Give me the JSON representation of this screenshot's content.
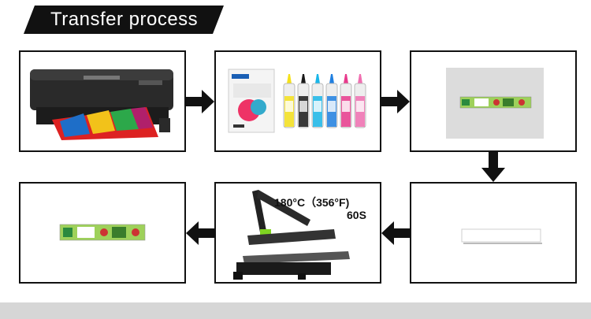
{
  "title": "Transfer process",
  "steps": [
    {
      "name": "print"
    },
    {
      "name": "paper-and-ink"
    },
    {
      "name": "printed-transfer"
    },
    {
      "name": "blank-item"
    },
    {
      "name": "heat-press"
    },
    {
      "name": "finished-item"
    }
  ],
  "heat_press": {
    "temperature": "180°C（356°F)",
    "time": "60S"
  },
  "ink_colors": [
    "#f5e11a",
    "#1a1a1a",
    "#19b6e8",
    "#1f7fe0",
    "#e83a8c",
    "#f06fb0"
  ],
  "colors": {
    "banner": "#111111",
    "box_border": "#111111",
    "arrow": "#111111",
    "press_accent": "#7ed321"
  }
}
